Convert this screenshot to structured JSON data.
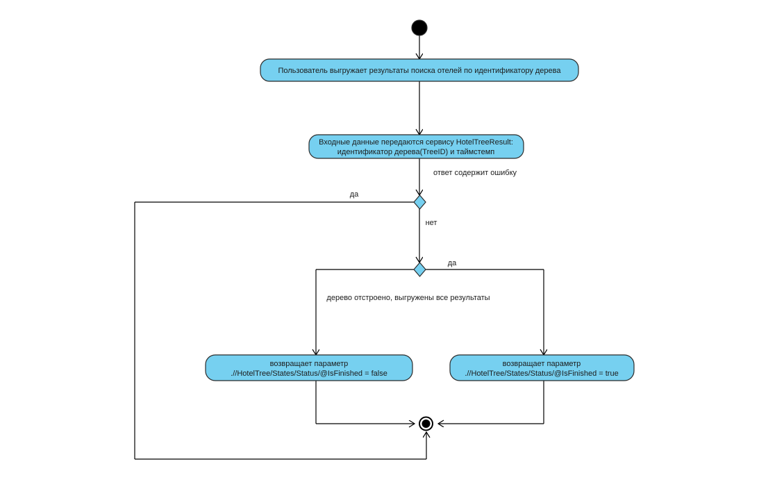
{
  "diagram": {
    "type": "uml-activity-diagram",
    "title": "",
    "colors": {
      "activity_fill": "#76d0f0",
      "activity_stroke": "#2b2b2b",
      "decision_fill": "#76d0f0",
      "flow_stroke": "#000000",
      "text": "#1b1b1b",
      "background": "#ffffff"
    },
    "nodes": {
      "start": {
        "kind": "initial-node",
        "label": ""
      },
      "activity_1": {
        "kind": "activity",
        "lines": [
          "Пользователь выгружает результаты поиска отелей по идентификатору дерева"
        ]
      },
      "activity_2": {
        "kind": "activity",
        "lines": [
          "Входные данные передаются сервису HotelTreeResult:",
          "идентификатор дерева(TreeID) и таймстемп"
        ]
      },
      "decision_1": {
        "kind": "decision",
        "label": ""
      },
      "decision_2": {
        "kind": "decision",
        "label": ""
      },
      "activity_false": {
        "kind": "activity",
        "lines": [
          "возвращает параметр",
          ".//HotelTree/States/Status/@IsFinished = false"
        ]
      },
      "activity_true": {
        "kind": "activity",
        "lines": [
          "возвращает параметр",
          ".//HotelTree/States/Status/@IsFinished = true"
        ]
      },
      "end": {
        "kind": "final-node",
        "label": ""
      }
    },
    "edge_labels": {
      "error_guard": "ответ содержит ошибку",
      "decision_1_yes": "да",
      "decision_1_no": "нет",
      "decision_2_yes": "да",
      "decision_2_condition": "дерево отстроено, выгружены все результаты"
    }
  }
}
